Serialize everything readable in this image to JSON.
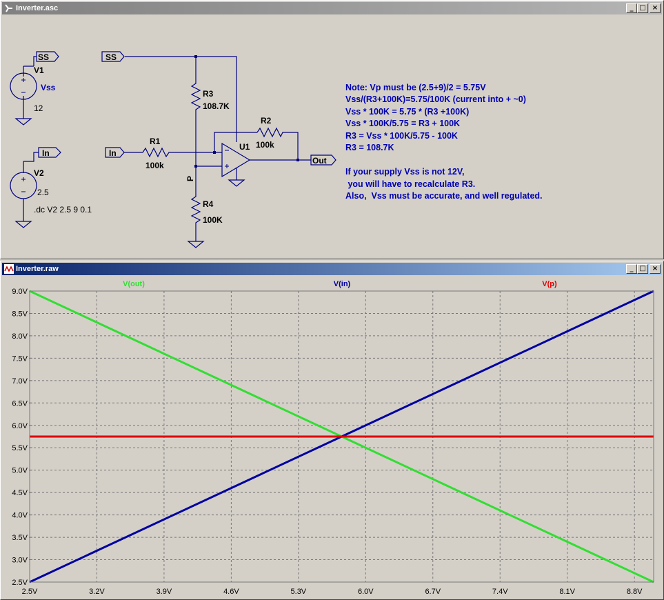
{
  "schematic_window": {
    "title": "Inverter.asc",
    "buttons": {
      "minimize": "_",
      "maximize": "□",
      "close": "×"
    },
    "labels": {
      "ss_left": "SS",
      "v1": "V1",
      "v1_value": "Vss",
      "v1_voltage": "12",
      "in_left": "In",
      "v2": "V2",
      "v2_value": "2.5",
      "directive": ".dc V2 2.5 9 0.1",
      "ss_top": "SS",
      "r3": "R3",
      "r3_value": "108.7K",
      "r2": "R2",
      "r2_value": "100k",
      "u1": "U1",
      "in_input": "In",
      "r1": "R1",
      "r1_value": "100k",
      "out": "Out",
      "p_net": "P",
      "r4": "R4",
      "r4_value": "100K"
    },
    "note_lines": [
      "Note: Vp must be (2.5+9)/2 = 5.75V",
      "Vss/(R3+100K)=5.75/100K (current into + ~0)",
      "Vss * 100K = 5.75 * (R3 +100K)",
      "Vss * 100K/5.75 = R3 + 100K",
      "R3 = Vss * 100K/5.75 - 100K",
      "R3 = 108.7K",
      "",
      "If your supply Vss is not 12V,",
      " you will have to recalculate R3.",
      "Also,  Vss must be accurate, and well regulated."
    ]
  },
  "plot_window": {
    "title": "Inverter.raw",
    "buttons": {
      "minimize": "_",
      "maximize": "□",
      "close": "×"
    }
  },
  "colors": {
    "schematic_text": "#0000b0",
    "wire": "#000080",
    "v_out": "#33dd33",
    "v_in": "#0000a0",
    "v_p": "#dd0000",
    "grid": "#777777"
  },
  "chart_data": {
    "type": "line",
    "title": "",
    "xlim": [
      2.5,
      9.0
    ],
    "ylim": [
      2.5,
      9.0
    ],
    "x_ticks": [
      "2.5V",
      "3.2V",
      "3.9V",
      "4.6V",
      "5.3V",
      "6.0V",
      "6.7V",
      "7.4V",
      "8.1V",
      "8.8V"
    ],
    "x_tick_values": [
      2.5,
      3.2,
      3.9,
      4.6,
      5.3,
      6.0,
      6.7,
      7.4,
      8.1,
      8.8
    ],
    "y_ticks": [
      "9.0V",
      "8.5V",
      "8.0V",
      "7.5V",
      "7.0V",
      "6.5V",
      "6.0V",
      "5.5V",
      "5.0V",
      "4.5V",
      "4.0V",
      "3.5V",
      "3.0V",
      "2.5V"
    ],
    "y_tick_values": [
      9.0,
      8.5,
      8.0,
      7.5,
      7.0,
      6.5,
      6.0,
      5.5,
      5.0,
      4.5,
      4.0,
      3.5,
      3.0,
      2.5
    ],
    "grid": true,
    "series": [
      {
        "name": "V(out)",
        "color": "#33dd33",
        "x": [
          2.5,
          9.0
        ],
        "y": [
          9.0,
          2.5
        ]
      },
      {
        "name": "V(in)",
        "color": "#0000a0",
        "x": [
          2.5,
          9.0
        ],
        "y": [
          2.5,
          9.0
        ]
      },
      {
        "name": "V(p)",
        "color": "#dd0000",
        "x": [
          2.5,
          9.0
        ],
        "y": [
          5.75,
          5.75
        ]
      }
    ]
  }
}
